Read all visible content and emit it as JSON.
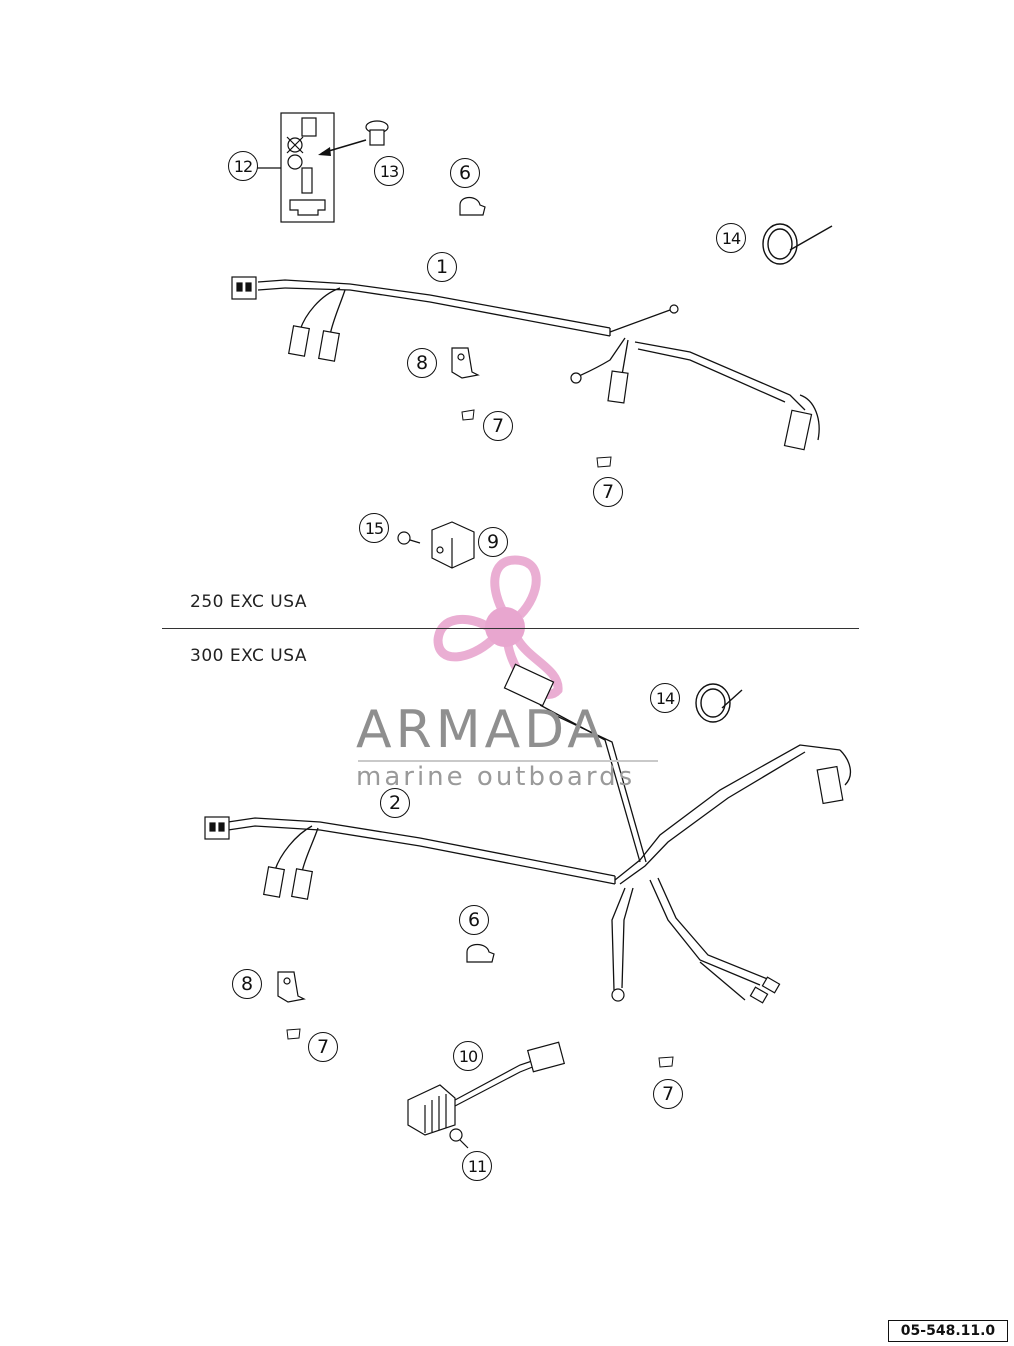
{
  "callouts": [
    {
      "id": "c1",
      "label": "1"
    },
    {
      "id": "c2",
      "label": "2"
    },
    {
      "id": "c6a",
      "label": "6"
    },
    {
      "id": "c6b",
      "label": "6"
    },
    {
      "id": "c7a",
      "label": "7"
    },
    {
      "id": "c7b",
      "label": "7"
    },
    {
      "id": "c7c",
      "label": "7"
    },
    {
      "id": "c7d",
      "label": "7"
    },
    {
      "id": "c8a",
      "label": "8"
    },
    {
      "id": "c8b",
      "label": "8"
    },
    {
      "id": "c9",
      "label": "9"
    },
    {
      "id": "c10",
      "label": "10"
    },
    {
      "id": "c11",
      "label": "11"
    },
    {
      "id": "c12",
      "label": "12"
    },
    {
      "id": "c13",
      "label": "13"
    },
    {
      "id": "c14a",
      "label": "14"
    },
    {
      "id": "c14b",
      "label": "14"
    },
    {
      "id": "c15",
      "label": "15"
    }
  ],
  "models": {
    "top": "250 EXC USA",
    "bottom": "300 EXC USA"
  },
  "reference": "05-548.11.0",
  "watermark": {
    "brand": "ARMADA",
    "tagline": "marine outboards",
    "color": "#e8a6cf"
  }
}
